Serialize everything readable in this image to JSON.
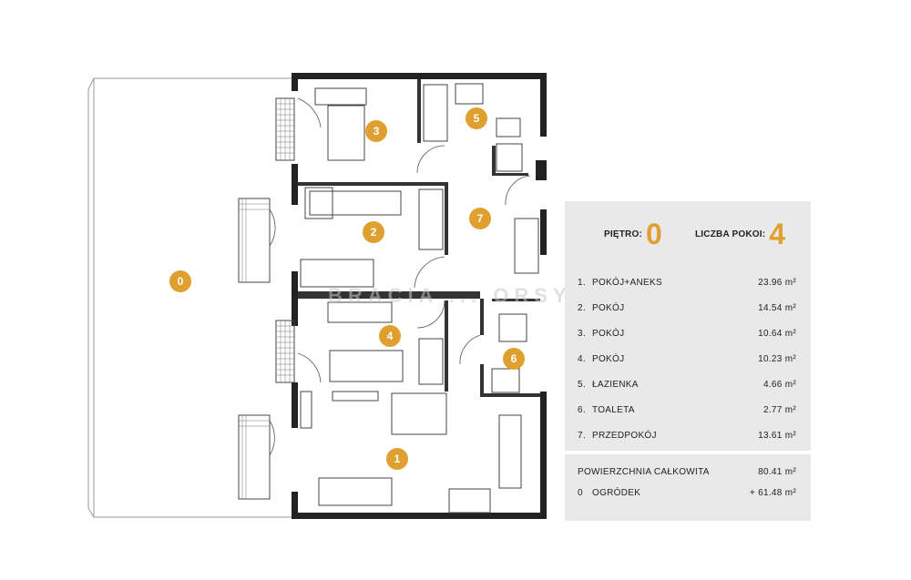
{
  "rooms_badges": [
    {
      "id": "0"
    },
    {
      "id": "1"
    },
    {
      "id": "2"
    },
    {
      "id": "3"
    },
    {
      "id": "4"
    },
    {
      "id": "5"
    },
    {
      "id": "6"
    },
    {
      "id": "7"
    }
  ],
  "watermark": "BRACIA ... ORSY",
  "info": {
    "floor_label": "PIĘTRO:",
    "floor_value": "0",
    "rooms_label": "LICZBA POKOI:",
    "rooms_value": "4",
    "rooms": [
      {
        "idx": "1.",
        "name": "POKÓJ+ANEKS",
        "area": "23.96 m²"
      },
      {
        "idx": "2.",
        "name": "POKÓJ",
        "area": "14.54 m²"
      },
      {
        "idx": "3.",
        "name": "POKÓJ",
        "area": "10.64 m²"
      },
      {
        "idx": "4.",
        "name": "POKÓJ",
        "area": "10.23 m²"
      },
      {
        "idx": "5.",
        "name": "ŁAZIENKA",
        "area": "4.66 m²"
      },
      {
        "idx": "6.",
        "name": "TOALETA",
        "area": "2.77 m²"
      },
      {
        "idx": "7.",
        "name": "PRZEDPOKÓJ",
        "area": "13.61 m²"
      }
    ],
    "total_label": "POWIERZCHNIA CAŁKOWITA",
    "total_value": "80.41 m²",
    "garden_idx": "0",
    "garden_label": "OGRÓDEK",
    "garden_value": "+ 61.48 m²"
  }
}
